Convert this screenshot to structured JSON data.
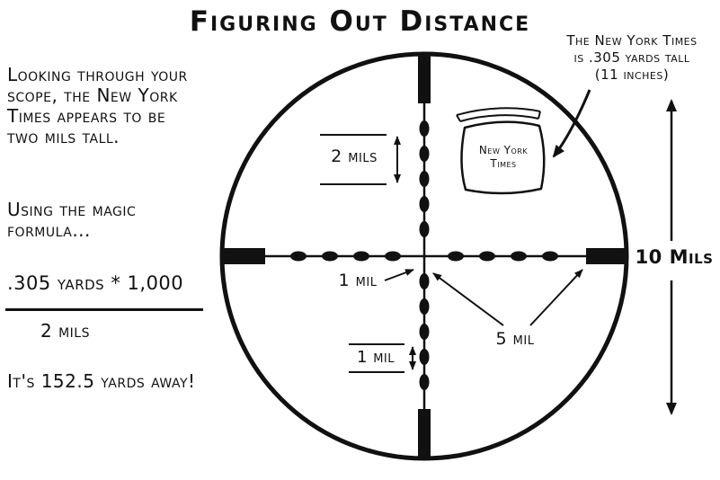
{
  "colors": {
    "ink": "#111111",
    "background": "#ffffff"
  },
  "title": "Figuring Out Distance",
  "left_panel": {
    "intro": "Looking through your\nscope, the New York\nTimes appears to be\ntwo mils tall.",
    "formula_intro": "Using the magic\nformula...",
    "formula": {
      "numerator": ".305 yards * 1,000",
      "denominator": "2 mils"
    },
    "result": "It's 152.5 yards away!"
  },
  "scope_labels": {
    "two_mils": "2 mils",
    "one_mil_pointer": "1 mil",
    "one_mil_span": "1 mil",
    "five_mil": "5 mil"
  },
  "newspaper": {
    "label": "New York\nTimes"
  },
  "right_panel": {
    "nyt_note": "The New York Times\nis .305 yards tall\n(11 inches)",
    "ten_mils": "10 Mils"
  }
}
